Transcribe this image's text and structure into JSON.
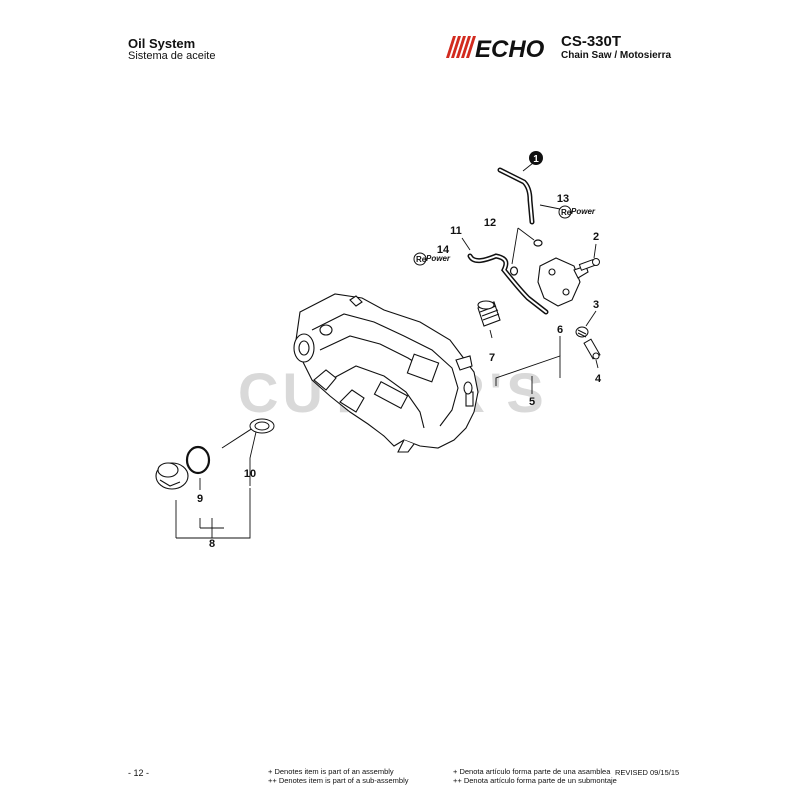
{
  "header": {
    "title": "Oil System",
    "subtitle": "Sistema de aceite",
    "brand": "ECHO",
    "model": "CS-330T",
    "model_desc": "Chain Saw / Motosierra"
  },
  "watermark": "CUTTER'S",
  "repower_badge": {
    "re": "Re",
    "power": "Power"
  },
  "callouts": {
    "c1": "1",
    "c2": "2",
    "c3": "3",
    "c4": "4",
    "c5": "5",
    "c6": "6",
    "c7": "7",
    "c8": "8",
    "c9": "9",
    "c10": "10",
    "c11": "11",
    "c12": "12",
    "c13": "13",
    "c14": "14"
  },
  "footer": {
    "page": "- 12 -",
    "assembly_en": "+ Denotes item is part of an assembly",
    "subassembly_en": "++ Denotes item is part of a sub-assembly",
    "assembly_es": "+ Denota artículo forma parte de una asamblea",
    "subassembly_es": "++ Denota artículo forma parte de un submontaje",
    "revised": "REVISED 09/15/15"
  },
  "colors": {
    "brand": "#d22b1f",
    "ink": "#111111",
    "watermark": "#d9d9d9"
  }
}
